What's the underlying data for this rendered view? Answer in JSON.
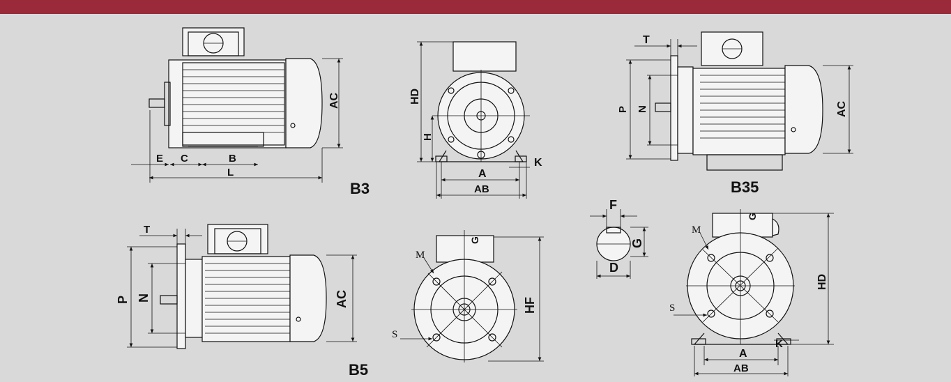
{
  "labels": {
    "b3": "B3",
    "b35": "B35",
    "b5": "B5",
    "E": "E",
    "C": "C",
    "B": "B",
    "L": "L",
    "AC": "AC",
    "HD": "HD",
    "H": "H",
    "A": "A",
    "AB": "AB",
    "K": "K",
    "T": "T",
    "P": "P",
    "N": "N",
    "F": "F",
    "G": "G",
    "D": "D",
    "M": "M",
    "S": "S",
    "HF": "HF"
  },
  "colors": {
    "header_bar": "#9a2a3a",
    "background": "#d9d9d9"
  }
}
